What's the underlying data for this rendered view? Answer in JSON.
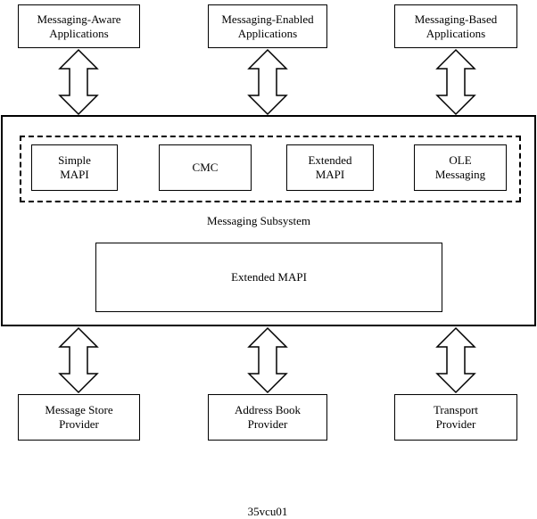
{
  "top_apps": [
    "Messaging-Aware\nApplications",
    "Messaging-Enabled\nApplications",
    "Messaging-Based\nApplications"
  ],
  "interfaces": [
    "Simple\nMAPI",
    "CMC",
    "Extended\nMAPI",
    "OLE\nMessaging"
  ],
  "subsystem_label": "Messaging Subsystem",
  "core_label": "Extended MAPI",
  "providers": [
    "Message Store\nProvider",
    "Address Book\nProvider",
    "Transport\nProvider"
  ],
  "caption": "35vcu01"
}
